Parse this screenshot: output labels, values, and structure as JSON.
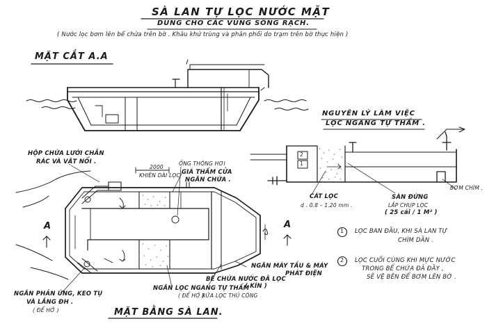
{
  "title": "SÀ LAN TỰ LỌC NƯỚC MẶT",
  "subtitle": "DÙNG CHO CÁC VÙNG SÔNG RẠCH.",
  "note": "( Nước lọc bơm lên bể chứa trên bờ . Khâu khử trùng và phân phối do trạm trên bờ thực hiện )",
  "section_aa": "MẶT CẮT A.A",
  "principle_title_1": "NGUYÊN LÝ LÀM VIỆC",
  "principle_title_2": "LỌC NGANG TỰ THẤM .",
  "plan_title": "MẶT BẰNG SÀ LAN.",
  "labels": {
    "hop_chua_luoi_1": "HỘP CHỨA LƯỚI CHẮN",
    "hop_chua_luoi_2": "RÁC VÀ VẬT NỔI .",
    "ong_thong_hoi": "ỐNG THÔNG HƠI",
    "dim_2000": "2000",
    "khien_dai_loc": "KHIÊN DÀI LỌC",
    "gia_tham_1": "GIÁ THẤM CỬA",
    "gia_tham_2": "NGĂN CHỨA .",
    "cat_loc": "CÁT LỌC",
    "cat_loc_d": "d . 0.8 – 1.20 mm .",
    "san_dung_1": "SÀN ĐỨNG",
    "san_dung_2": "LẮP CHỤP LỌC",
    "san_dung_3": "( 25 cái / 1 M² )",
    "bom_chim": "BƠM CHÌM .",
    "ngan_may_1": "NGĂN MÁY TẦU & MÁY",
    "ngan_may_2": "PHÁT ĐIỆN",
    "be_chua_1": "BỂ CHỨA NƯỚC ĐÃ LỌC",
    "be_chua_2": "( KÍN )",
    "ngan_loc_1": "NGĂN LỌC NGANG TỰ THẤM",
    "ngan_loc_2": "( ĐỂ HỞ )",
    "rua_loc": "RỬA LỌC THỦ CÔNG",
    "ngan_phan_ung_1": "NGĂN PHẢN ỨNG, KEO TỤ",
    "ngan_phan_ung_2": "VÀ LẮNG ĐH .",
    "ngan_phan_ung_3": "( ĐỂ HỞ )",
    "cut_a_left": "A",
    "cut_a_right": "A",
    "box_2": "2",
    "box_1": "1"
  },
  "legend": [
    {
      "num": "1",
      "line1": "LỌC BAN ĐẦU, KHI SÀ LAN TỰ",
      "line2": "CHÌM DẦN ."
    },
    {
      "num": "2",
      "line1": "LỌC CUỐI CÙNG KHI MỰC NƯỚC",
      "line2": "TRONG BỂ CHỨA ĐÃ ĐẦY ,",
      "line3": "SẼ VỆ BÊN ĐỂ BƠM LÊN BỜ ."
    }
  ]
}
